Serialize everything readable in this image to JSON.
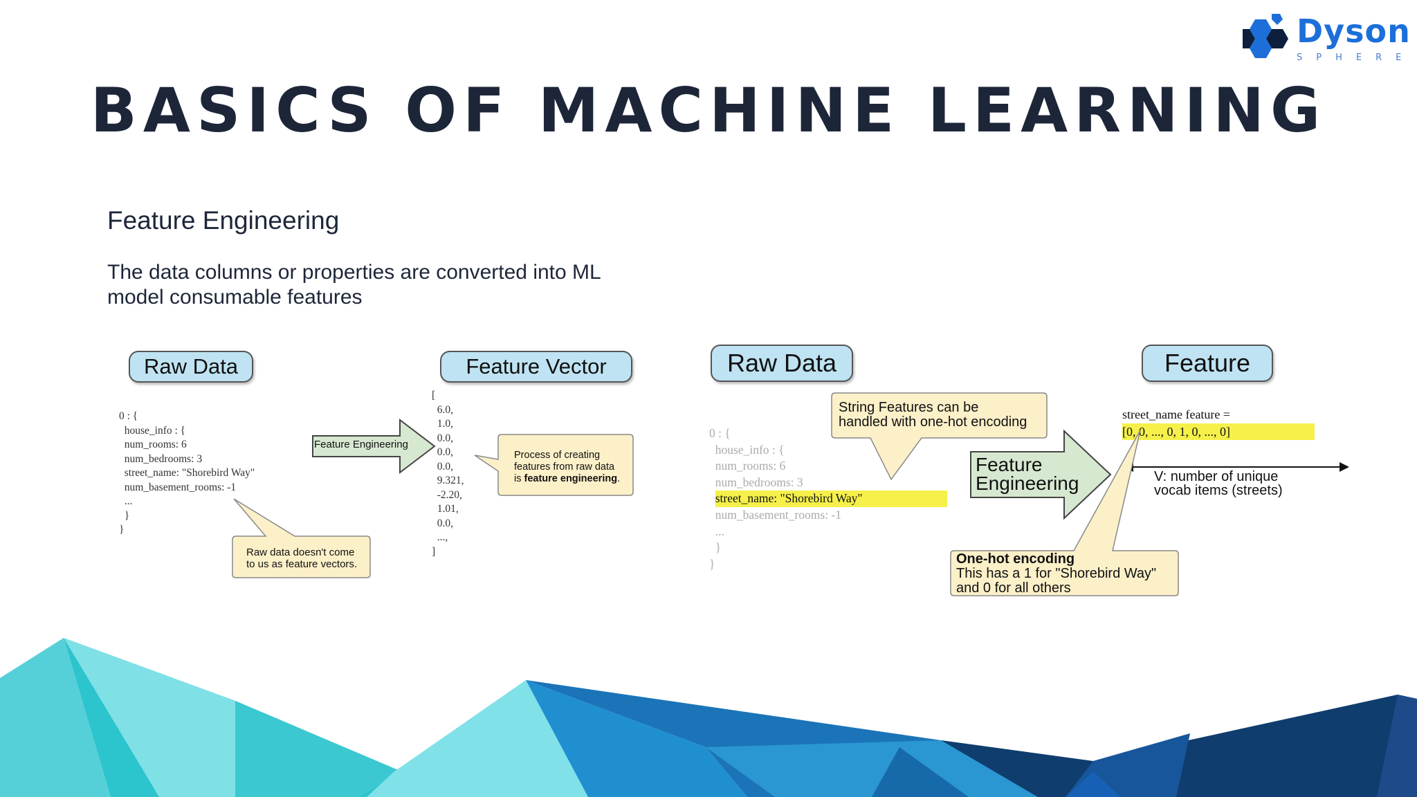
{
  "slide": {
    "title": "BASICS OF MACHINE LEARNING",
    "subtitle": "Feature Engineering",
    "description": "The data columns or properties are converted into ML model consumable features"
  },
  "logo": {
    "word": "Dyson",
    "sub": "SPHERE"
  },
  "diagram_left": {
    "raw_data_label": "Raw Data",
    "feature_vector_label": "Feature Vector",
    "arrow_label": "Feature Engineering",
    "raw_lines": [
      "0 : {",
      "  house_info : {",
      "  num_rooms: 6",
      "  num_bedrooms: 3",
      "  street_name: \"Shorebird Way\"",
      "  num_basement_rooms: -1",
      "  ...",
      "  }",
      "}"
    ],
    "vector_lines": [
      "[",
      "  6.0,",
      "  1.0,",
      "  0.0,",
      "  0.0,",
      "  0.0,",
      "  9.321,",
      "  -2.20,",
      "  1.01,",
      "  0.0,",
      "  ...,",
      "]"
    ],
    "callout_raw": [
      "Raw data doesn't come",
      "to us as feature vectors."
    ],
    "callout_process": [
      "Process of creating",
      "features from raw data",
      "is "
    ],
    "callout_process_bold": "feature engineering",
    "callout_process_end": "."
  },
  "diagram_right": {
    "raw_data_label": "Raw Data",
    "feature_label": "Feature",
    "arrow_label_1": "Feature",
    "arrow_label_2": "Engineering",
    "raw_lines": [
      "0 : {",
      "  house_info : {",
      "  num_rooms: 6",
      "  num_bedrooms: 3"
    ],
    "highlight_line": "street_name: \"Shorebird Way\"",
    "raw_lines_after": [
      "  num_basement_rooms: -1",
      "  ...",
      "  }",
      "}"
    ],
    "callout_string": [
      "String Features can be",
      "handled with one-hot encoding"
    ],
    "feature_eq": "street_name feature =",
    "feature_vec": "[0, 0, ..., 0, 1, 0, ..., 0]",
    "v_label": [
      "V: number of unique",
      "vocab items (streets)"
    ],
    "callout_onehot_title": "One-hot encoding",
    "callout_onehot_lines": [
      "This has a 1 for \"Shorebird Way\"",
      "and 0 for all others"
    ]
  },
  "colors": {
    "pill": "#bfe3f2",
    "callout": "#fcf0c9",
    "arrow": "#d6e8d0",
    "highlight": "#f5f04a",
    "title": "#1d2639",
    "brand": "#1c6fd9"
  }
}
